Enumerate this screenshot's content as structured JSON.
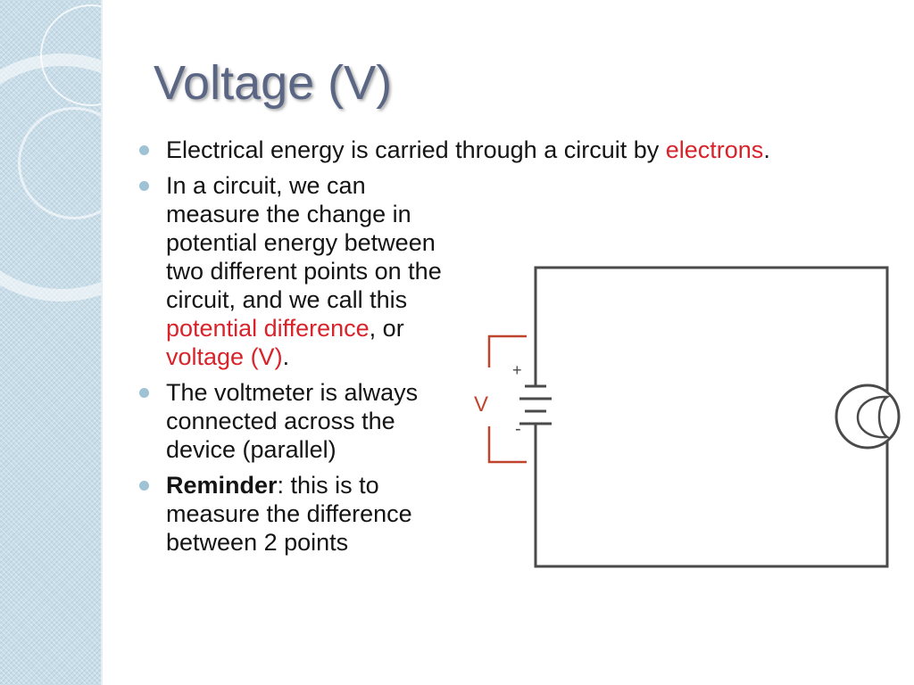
{
  "title": "Voltage (V)",
  "bullets": [
    {
      "text": "Electrical energy is carried through a circuit by ",
      "highlight": "electrons",
      "after": "."
    },
    {
      "text": "In a circuit, we can measure the change in potential energy between two different points on the circuit, and we call this ",
      "highlight1": "potential difference",
      "mid": ", or ",
      "highlight2": "voltage (V)",
      "after": "."
    },
    {
      "text": "The voltmeter is always connected across the device (parallel)"
    },
    {
      "bold": "Reminder",
      "text": ": this is to measure the difference between 2 points"
    }
  ],
  "diagram": {
    "voltage_label": "V",
    "plus_sign": "+",
    "minus_sign": "-",
    "wire_color": "#4a4a4a",
    "bracket_color": "#c0432b"
  },
  "colors": {
    "highlight": "#d8232a",
    "title": "#5a6684",
    "bullet": "#9fc3d4"
  }
}
